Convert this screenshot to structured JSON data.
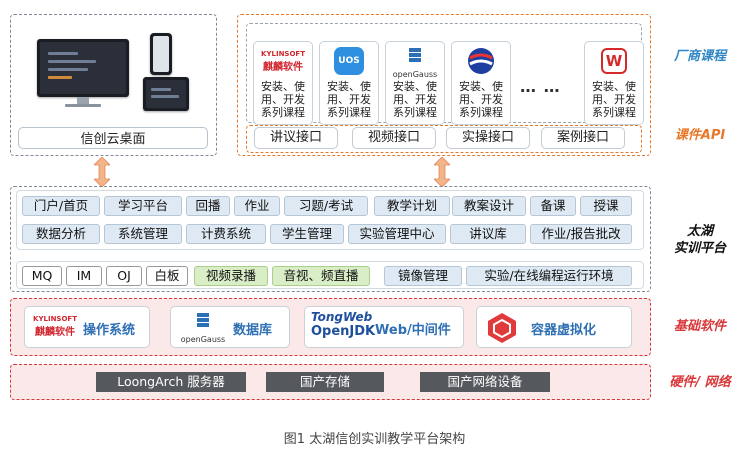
{
  "desktop": {
    "label": "信创云桌面"
  },
  "vendor_courses": {
    "side_label": "厂商课程",
    "cards": [
      {
        "name": "kylinsoft",
        "logo_text": "KYLINSOFT",
        "logo_cn": "麒麟软件",
        "text": "安装、使\n用、开发\n系列课程"
      },
      {
        "name": "uos",
        "logo_text": "UOS",
        "text": "安装、使\n用、开发\n系列课程"
      },
      {
        "name": "opengauss",
        "logo_text": "openGauss",
        "text": "安装、使\n用、开发\n系列课程"
      },
      {
        "name": "vendor4",
        "text": "安装、使\n用、开发\n系列课程"
      },
      {
        "name": "wps",
        "logo_text": "W",
        "text": "安装、使\n用、开发\n系列课程"
      }
    ],
    "ellipsis": "…  …"
  },
  "api": {
    "side_label": "课件API",
    "buttons": [
      "讲议接口",
      "视频接口",
      "实操接口",
      "案例接口"
    ]
  },
  "platform": {
    "side_label_1": "太湖",
    "side_label_2": "实训平台",
    "row1": [
      "门户/首页",
      "学习平台",
      "回播",
      "作业",
      "习题/考试",
      "教学计划",
      "教案设计",
      "备课",
      "授课"
    ],
    "row2": [
      "数据分析",
      "系统管理",
      "计费系统",
      "学生管理",
      "实验管理中心",
      "讲议库",
      "作业/报告批改"
    ],
    "row3": [
      "MQ",
      "IM",
      "OJ",
      "白板",
      "视频录播",
      "音视、频直播",
      "镜像管理",
      "实验/在线编程运行环境"
    ]
  },
  "base_software": {
    "side_label": "基础软件",
    "items": [
      {
        "logo_text": "KYLINSOFT",
        "logo_cn": "麒麟软件",
        "label": "操作系统"
      },
      {
        "logo_text": "openGauss",
        "label": "数据库"
      },
      {
        "logo_text_1": "TongWeb",
        "logo_text_2": "OpenJDK",
        "label": "Web/中间件"
      },
      {
        "label": "容器虚拟化"
      }
    ]
  },
  "hardware": {
    "side_label": "硬件/ 网络",
    "items": [
      "LoongArch 服务器",
      "国产存储",
      "国产网络设备"
    ]
  },
  "caption": "图1  太湖信创实训教学平台架构",
  "colors": {
    "label_blue": "#2f86c4",
    "label_orange": "#e8792a",
    "label_red": "#d9383a",
    "tile_blue": "#dfe9f3",
    "tile_green": "#d9edc7",
    "hardware_bar": "#55595e"
  }
}
